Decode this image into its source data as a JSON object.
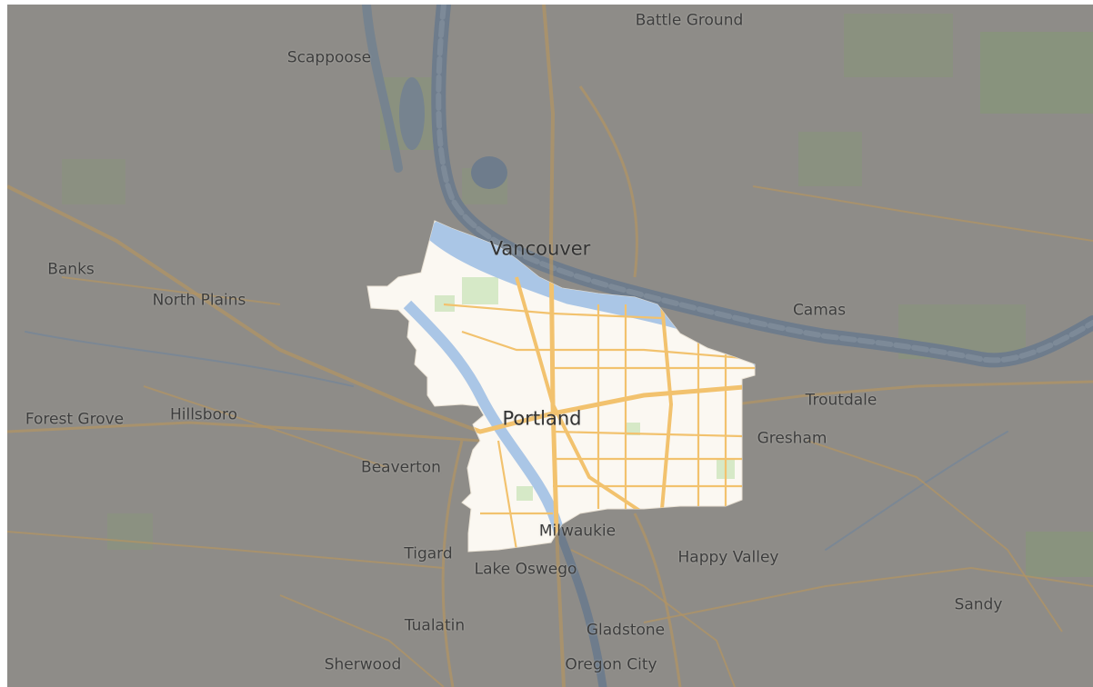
{
  "map": {
    "highlighted_area": "Portland",
    "colors": {
      "dim_land": "#8e8c88",
      "dim_forest": "#859577",
      "dim_water": "#6c7b8c",
      "dim_road": "#b39463",
      "highlight_land": "#fbf8f2",
      "highlight_water": "#aac6e6",
      "highlight_road": "#f2c26e",
      "highlight_park": "#cfe6c0"
    },
    "places": [
      {
        "key": "battle-ground",
        "name": "Battle Ground"
      },
      {
        "key": "scappoose",
        "name": "Scappoose"
      },
      {
        "key": "vancouver",
        "name": "Vancouver"
      },
      {
        "key": "banks",
        "name": "Banks"
      },
      {
        "key": "north-plains",
        "name": "North Plains"
      },
      {
        "key": "camas",
        "name": "Camas"
      },
      {
        "key": "troutdale",
        "name": "Troutdale"
      },
      {
        "key": "forest-grove",
        "name": "Forest Grove"
      },
      {
        "key": "hillsboro",
        "name": "Hillsboro"
      },
      {
        "key": "portland",
        "name": "Portland"
      },
      {
        "key": "gresham",
        "name": "Gresham"
      },
      {
        "key": "beaverton",
        "name": "Beaverton"
      },
      {
        "key": "milwaukie",
        "name": "Milwaukie"
      },
      {
        "key": "tigard",
        "name": "Tigard"
      },
      {
        "key": "happy-valley",
        "name": "Happy Valley"
      },
      {
        "key": "lake-oswego",
        "name": "Lake Oswego"
      },
      {
        "key": "sandy",
        "name": "Sandy"
      },
      {
        "key": "tualatin",
        "name": "Tualatin"
      },
      {
        "key": "gladstone",
        "name": "Gladstone"
      },
      {
        "key": "sherwood",
        "name": "Sherwood"
      },
      {
        "key": "oregon-city",
        "name": "Oregon City"
      }
    ]
  }
}
